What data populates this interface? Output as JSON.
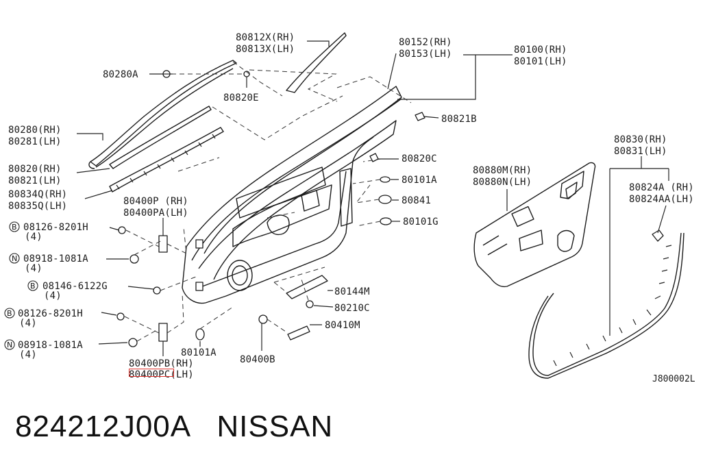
{
  "diagram_code": "J800002L",
  "footer": {
    "part_number": "824212J00A",
    "brand": "NISSAN"
  },
  "labels": {
    "l80812": "80812X(RH)",
    "l80813": "80813X(LH)",
    "l80280A": "80280A",
    "l80820E": "80820E",
    "l80152": "80152(RH)",
    "l80153": "80153(LH)",
    "l80100": "80100(RH)",
    "l80101": "80101(LH)",
    "l80821B": "80821B",
    "l80280": "80280(RH)",
    "l80281": "80281(LH)",
    "l80820": "80820(RH)",
    "l80821": "80821(LH)",
    "l80834": "80834Q(RH)",
    "l80835": "80835Q(LH)",
    "l80820C": "80820C",
    "l80101A_r": "80101A",
    "l80841": "80841",
    "l80101G": "80101G",
    "l80400P": "80400P (RH)",
    "l80400PA": "80400PA(LH)",
    "b1_code": "08126-8201H",
    "b1_qty": "(4)",
    "n1_code": "08918-1081A",
    "n1_qty": "(4)",
    "b2_code": "08146-6122G",
    "b2_qty": "(4)",
    "b3_code": "08126-8201H",
    "b3_qty": "(4)",
    "n2_code": "08918-1081A",
    "n2_qty": "(4)",
    "l80144M": "80144M",
    "l80210C": "80210C",
    "l80410M": "80410M",
    "l80101A_b": "80101A",
    "l80400B": "80400B",
    "l80400PB": "80400PB(RH)",
    "l80400PC": "80400PC(LH)",
    "l80880M": "80880M(RH)",
    "l80880N": "80880N(LH)",
    "l80830": "80830(RH)",
    "l80831": "80831(LH)",
    "l80824A": "80824A (RH)",
    "l80824AA": "80824AA(LH)",
    "circle_b": "B",
    "circle_n": "N"
  },
  "highlight_color": "#e0302a"
}
